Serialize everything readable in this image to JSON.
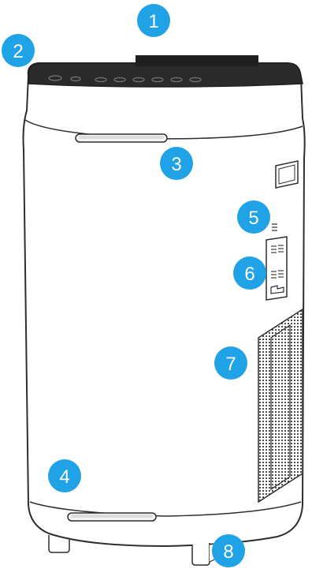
{
  "colors": {
    "callout_fill": "#1fa3e6",
    "callout_text": "#ffffff",
    "outline": "#2e2e2e",
    "top_panel": "#2b2b2b",
    "body_fill": "#ffffff"
  },
  "callouts": [
    {
      "label": "1",
      "target": "top-panel-display"
    },
    {
      "label": "2",
      "target": "control-panel-edge"
    },
    {
      "label": "3",
      "target": "upper-handle"
    },
    {
      "label": "4",
      "target": "lower-handle"
    },
    {
      "label": "5",
      "target": "side-vent-slot"
    },
    {
      "label": "6",
      "target": "rear-port-panel"
    },
    {
      "label": "7",
      "target": "air-intake-grille"
    },
    {
      "label": "8",
      "target": "caster-wheel"
    }
  ]
}
